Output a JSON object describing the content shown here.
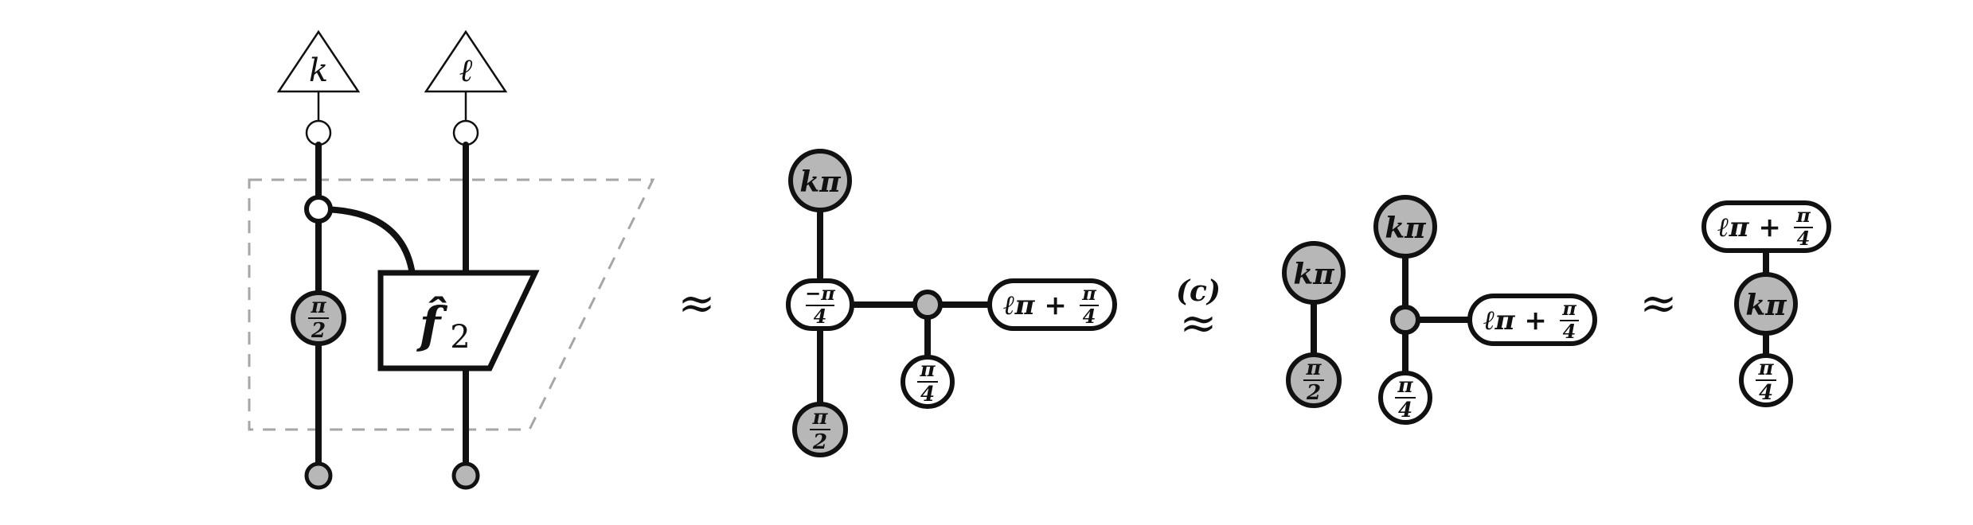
{
  "colors": {
    "ink": "#111111",
    "gray_spider": "#b7b7b7",
    "white_spider": "#ffffff",
    "box_outline": "#a6a6a6"
  },
  "panel1": {
    "input_k": "k",
    "input_l": "ℓ",
    "gray_phase": "π/2",
    "box_label": "f̂",
    "box_subscript": "2"
  },
  "rel1": "≈",
  "panel2": {
    "top": "kπ",
    "center_num": "−π",
    "center_den": "4",
    "bottom_num": "π",
    "bottom_den": "2",
    "stub_num": "π",
    "stub_den": "4",
    "right_main": "ℓπ + ",
    "right_num": "π",
    "right_den": "4"
  },
  "rel2": {
    "tag": "(c)",
    "symbol": "≈"
  },
  "panel3": {
    "left_top": "kπ",
    "left_bottom_num": "π",
    "left_bottom_den": "2",
    "top": "kπ",
    "bottom_num": "π",
    "bottom_den": "4",
    "right_main": "ℓπ + ",
    "right_num": "π",
    "right_den": "4"
  },
  "rel3": "≈",
  "panel4": {
    "top_main": "ℓπ + ",
    "top_num": "π",
    "top_den": "4",
    "middle": "kπ",
    "bottom_num": "π",
    "bottom_den": "4"
  }
}
